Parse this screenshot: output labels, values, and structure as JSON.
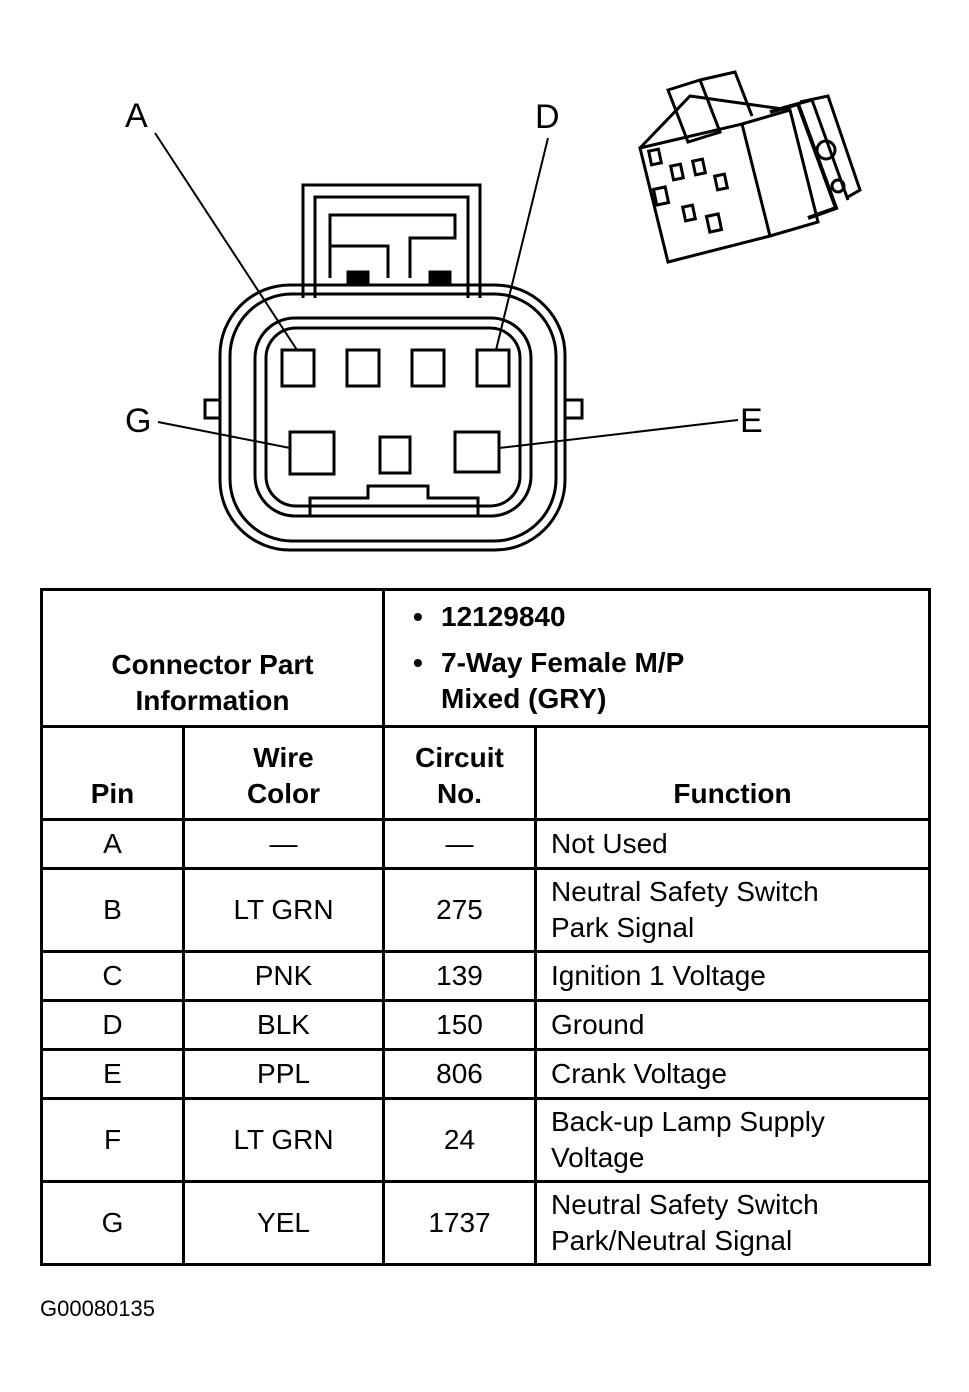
{
  "connector_view": {
    "pin_labels": {
      "a": "A",
      "d": "D",
      "g": "G",
      "e": "E"
    }
  },
  "table": {
    "part_info_label_line1": "Connector Part",
    "part_info_label_line2": "Information",
    "part_info_bullet": "•",
    "part_number": "12129840",
    "connector_desc_line1": "7-Way Female M/P",
    "connector_desc_line2": "Mixed (GRY)",
    "columns": {
      "pin": "Pin",
      "wire_color_line1": "Wire",
      "wire_color_line2": "Color",
      "circuit_line1": "Circuit",
      "circuit_line2": "No.",
      "function": "Function"
    },
    "rows": [
      {
        "pin": "A",
        "wire_color": "—",
        "circuit": "—",
        "function_line1": "Not Used",
        "function_line2": ""
      },
      {
        "pin": "B",
        "wire_color": "LT GRN",
        "circuit": "275",
        "function_line1": "Neutral Safety Switch",
        "function_line2": "Park Signal"
      },
      {
        "pin": "C",
        "wire_color": "PNK",
        "circuit": "139",
        "function_line1": "Ignition 1 Voltage",
        "function_line2": ""
      },
      {
        "pin": "D",
        "wire_color": "BLK",
        "circuit": "150",
        "function_line1": "Ground",
        "function_line2": ""
      },
      {
        "pin": "E",
        "wire_color": "PPL",
        "circuit": "806",
        "function_line1": "Crank Voltage",
        "function_line2": ""
      },
      {
        "pin": "F",
        "wire_color": "LT GRN",
        "circuit": "24",
        "function_line1": "Back-up Lamp Supply",
        "function_line2": "Voltage"
      },
      {
        "pin": "G",
        "wire_color": "YEL",
        "circuit": "1737",
        "function_line1": "Neutral Safety Switch",
        "function_line2": "Park/Neutral Signal"
      }
    ]
  },
  "footer": {
    "figure_code": "G00080135"
  }
}
